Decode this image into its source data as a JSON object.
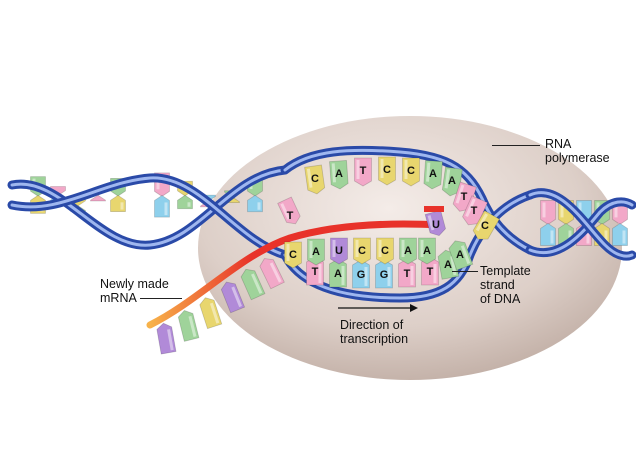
{
  "labels": {
    "rna_polymerase": [
      "RNA",
      "polymerase"
    ],
    "newly_made_mrna": [
      "Newly made",
      "mRNA"
    ],
    "template_strand": [
      "Template",
      "strand",
      "of DNA"
    ],
    "direction": [
      "Direction of",
      "transcription"
    ]
  },
  "sequences": {
    "top_strand": [
      "C",
      "A",
      "T",
      "C",
      "C",
      "A",
      "A",
      "T",
      "T",
      "C"
    ],
    "top_strand_left": "T",
    "mrna": [
      "C",
      "A",
      "U",
      "C",
      "C",
      "A",
      "A",
      "U"
    ],
    "template": [
      "T",
      "A",
      "G",
      "G",
      "T",
      "T",
      "A",
      "A"
    ]
  },
  "colors": {
    "backbone": "#3f63c4",
    "backbone_light": "#9fb7ef",
    "mrna": "#e8322a",
    "mrna_tail": "#f59a3a",
    "polymerase": "#d9cbc4",
    "base_A": "#9fd39a",
    "base_T": "#f2a8c8",
    "base_C": "#e8d66e",
    "base_G": "#8ed0ec",
    "base_U": "#b18ad8"
  },
  "icons": [
    "arrow-right-icon"
  ]
}
